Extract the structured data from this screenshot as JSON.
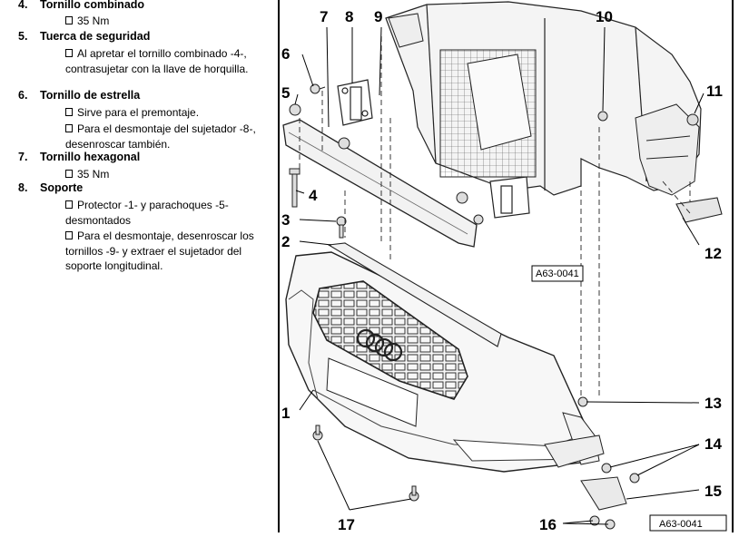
{
  "legend": {
    "items": [
      {
        "num": "4.",
        "title": "Tornillo combinado",
        "bullets": [
          "35 Nm"
        ]
      },
      {
        "num": "5.",
        "title": "Tuerca de seguridad",
        "bullets": [
          "Al apretar el tornillo combinado -4-, contrasujetar con la llave de horquilla."
        ]
      },
      {
        "num": "6.",
        "title": "Tornillo de estrella",
        "bullets": [
          "Sirve para el premontaje.",
          "Para el desmontaje del sujetador -8-, desenroscar también."
        ]
      },
      {
        "num": "7.",
        "title": "Tornillo hexagonal",
        "bullets": [
          "35 Nm"
        ]
      },
      {
        "num": "8.",
        "title": "Soporte",
        "bullets": [
          "Protector -1- y parachoques -5- desmontados",
          "Para el desmontaje, desenroscar los tornillos -9- y extraer el sujetador del soporte longitudinal."
        ]
      }
    ]
  },
  "figure": {
    "reference_inner": "A63-0041",
    "reference_corner": "A63-0041",
    "callouts": [
      "1",
      "2",
      "3",
      "4",
      "5",
      "6",
      "7",
      "8",
      "9",
      "10",
      "11",
      "12",
      "13",
      "14",
      "15",
      "16",
      "17"
    ]
  }
}
